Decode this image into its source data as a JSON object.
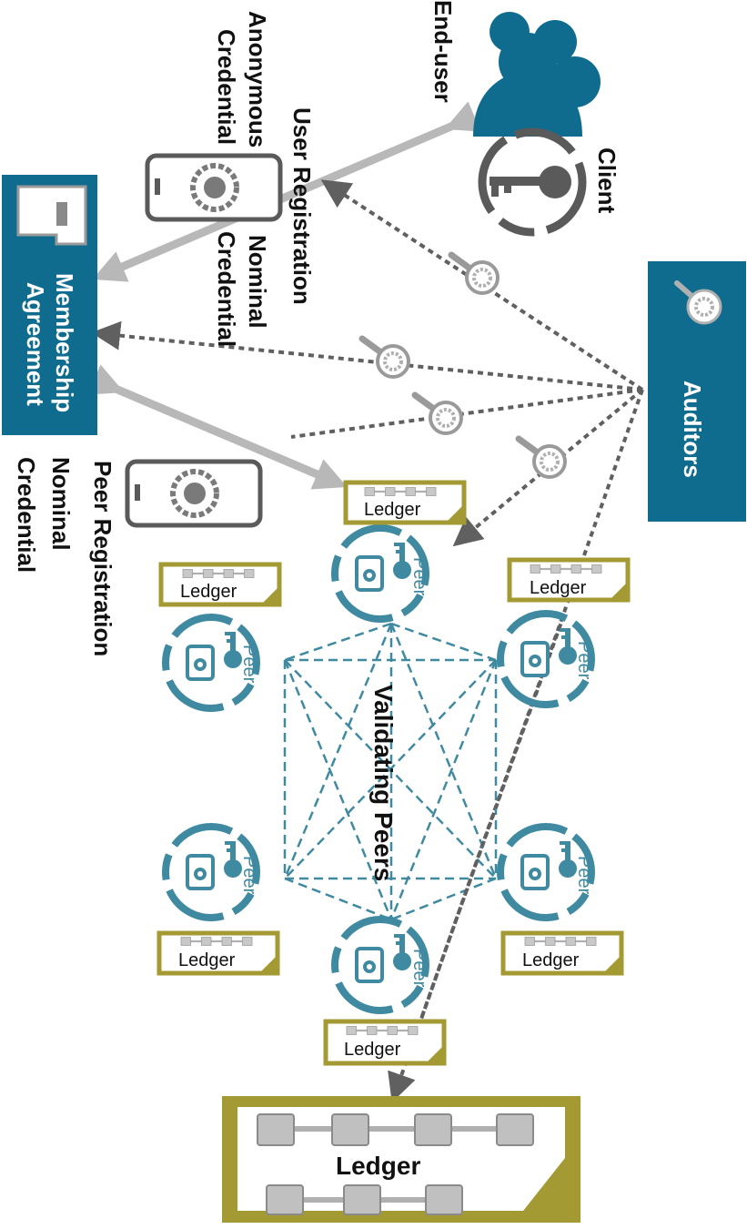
{
  "labels": {
    "end_user": "End-user",
    "client": "Client",
    "auditors": "Auditors",
    "membership_line1": "Membership",
    "membership_line2": "Agreement",
    "user_registration": "User Registration",
    "anonymous_line1": "Anonymous",
    "anonymous_line2": "Credential",
    "nominal_user_line1": "Nominal",
    "nominal_user_line2": "Credential",
    "peer_registration": "Peer Registration",
    "nominal_peer_line1": "Nominal",
    "nominal_peer_line2": "Credential",
    "validating_peers": "Validating Peers",
    "main_ledger": "Ledger"
  },
  "peers": [
    {
      "label": "Peer",
      "ledger": "Ledger"
    },
    {
      "label": "Peer",
      "ledger": "Ledger"
    },
    {
      "label": "Peer",
      "ledger": "Ledger"
    },
    {
      "label": "Peer",
      "ledger": "Ledger"
    },
    {
      "label": "Peer",
      "ledger": "Ledger"
    },
    {
      "label": "Peer",
      "ledger": "Ledger"
    }
  ],
  "colors": {
    "teal": "#0f6c8f",
    "peer_teal": "#3f8aa0",
    "olive": "#a39a34",
    "gray_arrow": "#b8b8b8",
    "dark_gray": "#606060"
  },
  "icons": {
    "end_user": "people-group-icon",
    "client": "key-ring-icon",
    "auditor": "magnifier-icon",
    "certificate": "certificate-card-icon",
    "device": "phone-gear-icon"
  }
}
